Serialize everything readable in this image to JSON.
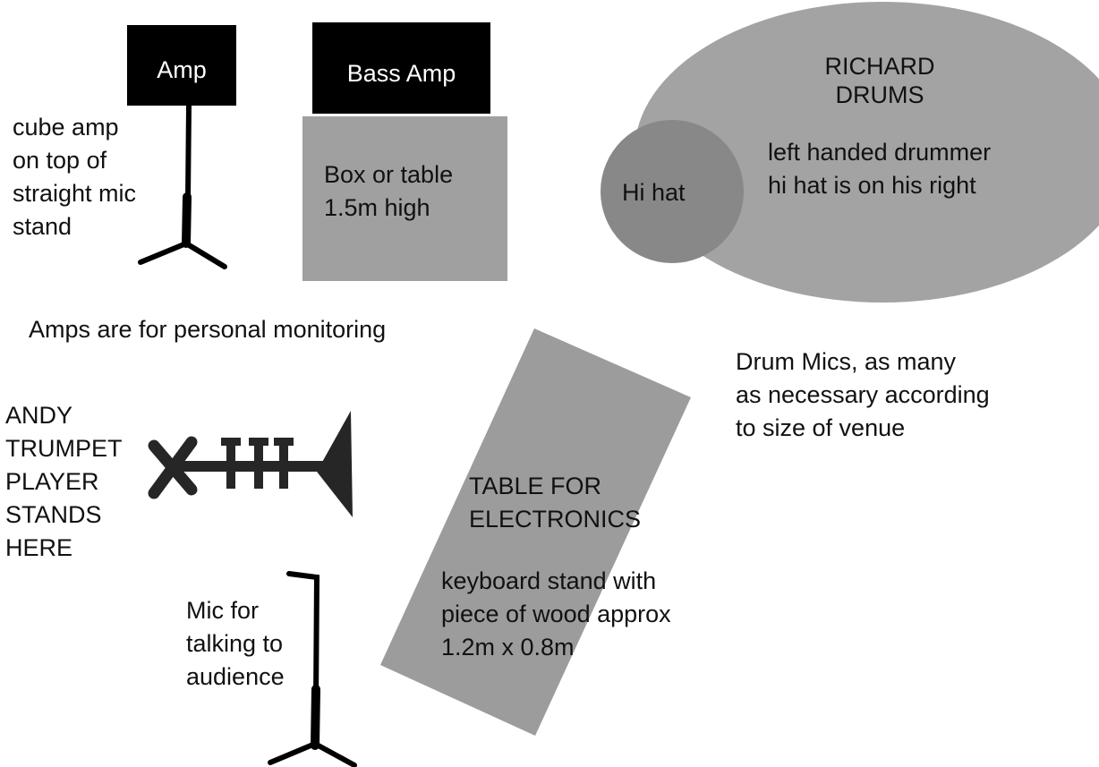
{
  "colors": {
    "background": "#ffffff",
    "amp_fill": "#000000",
    "box_fill": "#a0a0a0",
    "drum_fill": "#a3a3a3",
    "hihat_fill": "#888888",
    "table_fill": "#9c9c9c",
    "stand_stroke": "#000000",
    "text": "#111111"
  },
  "amp": {
    "label": "Amp",
    "note": [
      "cube amp",
      "on top of",
      "straight mic",
      "stand"
    ]
  },
  "bass_amp": {
    "label": "Bass Amp",
    "box_note": [
      "Box or table",
      "1.5m high"
    ]
  },
  "drums": {
    "title": [
      "RICHARD",
      "DRUMS"
    ],
    "hihat_label": "Hi hat",
    "note": [
      "left handed drummer",
      "hi hat is on his right"
    ],
    "mics_note": [
      "Drum Mics, as many",
      "as necessary according",
      "to size of venue"
    ]
  },
  "monitoring_note": "Amps are for personal monitoring",
  "trumpet": {
    "icon": "trumpet-icon",
    "label": [
      "ANDY",
      "TRUMPET",
      "PLAYER",
      "STANDS",
      "HERE"
    ]
  },
  "electronics_table": {
    "title": [
      "TABLE FOR",
      "ELECTRONICS"
    ],
    "note": [
      "keyboard stand with",
      "piece of wood approx",
      "1.2m x 0.8m"
    ]
  },
  "talk_mic": {
    "label": [
      "Mic for",
      "talking to",
      "audience"
    ]
  }
}
